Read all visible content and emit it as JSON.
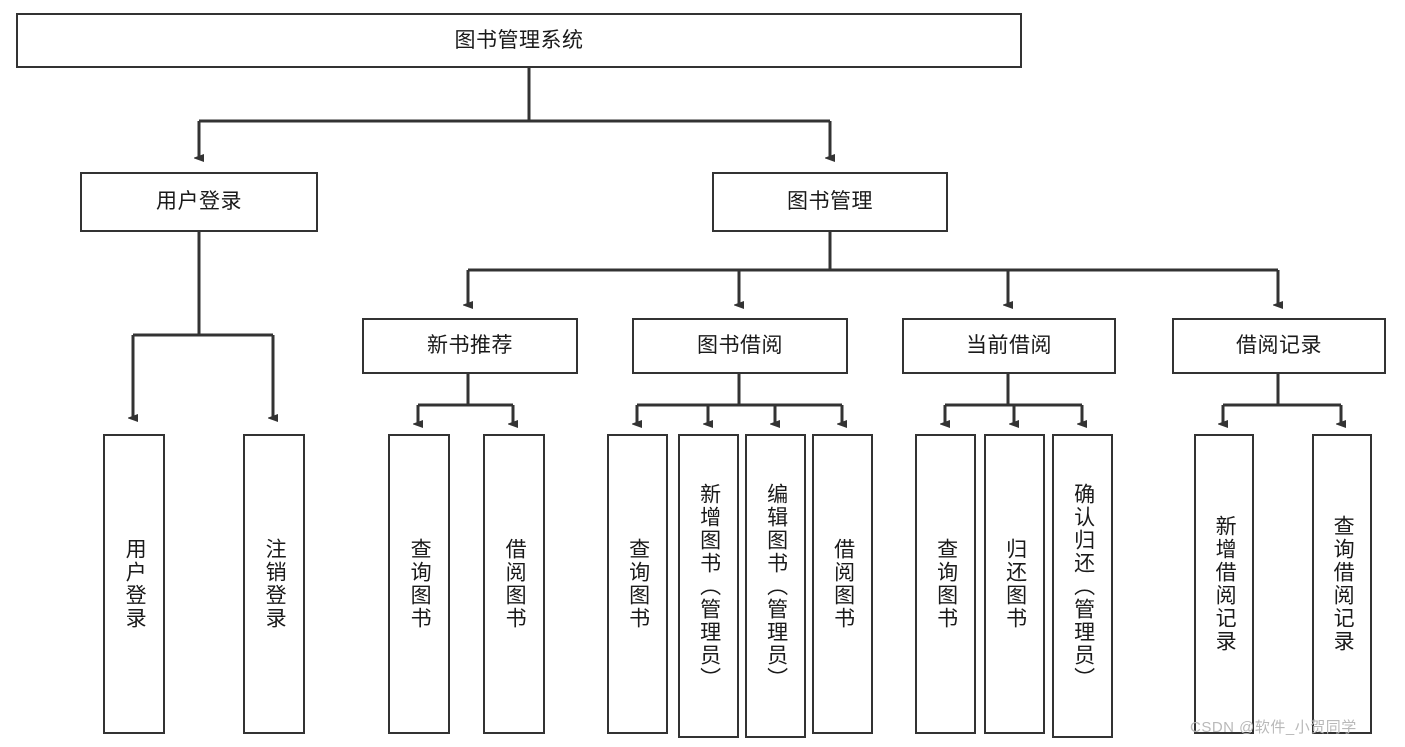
{
  "diagram": {
    "title": "图书管理系统",
    "orientation": "top-down-tree",
    "watermark": "CSDN @软件_小贺同学",
    "colors": {
      "stroke": "#333333",
      "fill": "#ffffff",
      "text": "#1a1a1a",
      "watermark": "#b9b9b9"
    },
    "levels": {
      "root": {
        "label": "图书管理系统"
      },
      "level2": [
        {
          "id": "user-login",
          "label": "用户登录"
        },
        {
          "id": "book-management",
          "label": "图书管理"
        }
      ],
      "level3": [
        {
          "id": "new-book-recommend",
          "label": "新书推荐"
        },
        {
          "id": "book-borrow",
          "label": "图书借阅"
        },
        {
          "id": "current-borrow",
          "label": "当前借阅"
        },
        {
          "id": "borrow-record",
          "label": "借阅记录"
        }
      ],
      "leaves": {
        "user-login": [
          {
            "id": "leaf-user-login",
            "label": "用户登录"
          },
          {
            "id": "leaf-logout-login",
            "label": "注销登录"
          }
        ],
        "new-book-recommend": [
          {
            "id": "leaf-query-book-1",
            "label": "查询图书"
          },
          {
            "id": "leaf-borrow-book-1",
            "label": "借阅图书"
          }
        ],
        "book-borrow": [
          {
            "id": "leaf-query-book-2",
            "label": "查询图书"
          },
          {
            "id": "leaf-add-book",
            "label": "新增图书（管理员）"
          },
          {
            "id": "leaf-edit-book",
            "label": "编辑图书（管理员）"
          },
          {
            "id": "leaf-borrow-book-2",
            "label": "借阅图书"
          }
        ],
        "current-borrow": [
          {
            "id": "leaf-query-book-3",
            "label": "查询图书"
          },
          {
            "id": "leaf-return-book",
            "label": "归还图书"
          },
          {
            "id": "leaf-confirm-return",
            "label": "确认归还（管理员）"
          }
        ],
        "borrow-record": [
          {
            "id": "leaf-add-record",
            "label": "新增借阅记录"
          },
          {
            "id": "leaf-query-record",
            "label": "查询借阅记录"
          }
        ]
      }
    }
  }
}
